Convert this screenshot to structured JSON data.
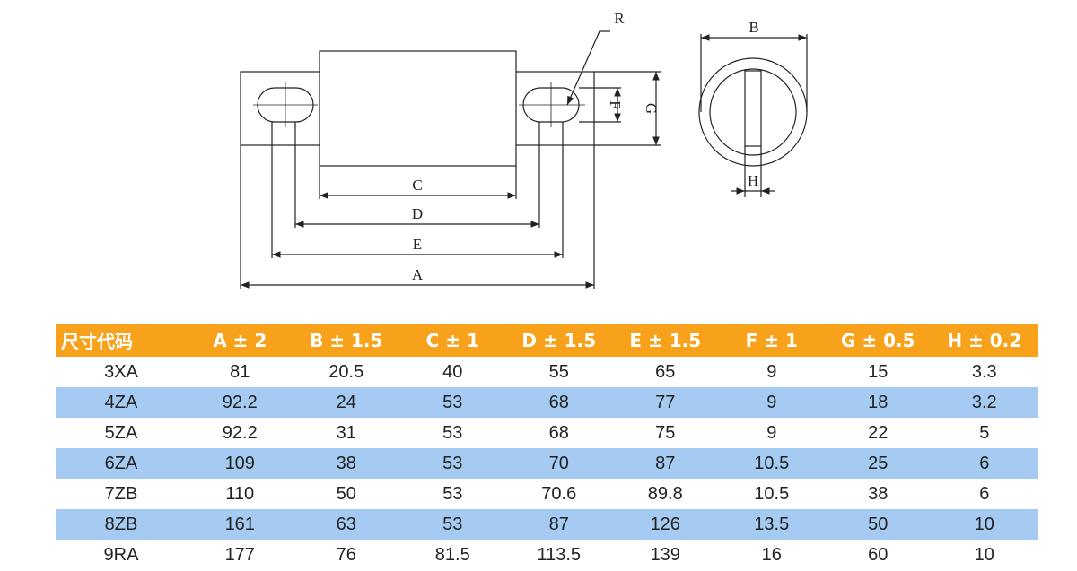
{
  "drawing": {
    "labels": {
      "A": "A",
      "B": "B",
      "C": "C",
      "D": "D",
      "E": "E",
      "F": "F",
      "G": "G",
      "H": "H",
      "R": "R"
    }
  },
  "table": {
    "headers": [
      "尺寸代码",
      "A ± 2",
      "B ± 1.5",
      "C ± 1",
      "D ± 1.5",
      "E ± 1.5",
      "F ± 1",
      "G ± 0.5",
      "H ± 0.2"
    ],
    "rows": [
      [
        "3XA",
        "81",
        "20.5",
        "40",
        "55",
        "65",
        "9",
        "15",
        "3.3"
      ],
      [
        "4ZA",
        "92.2",
        "24",
        "53",
        "68",
        "77",
        "9",
        "18",
        "3.2"
      ],
      [
        "5ZA",
        "92.2",
        "31",
        "53",
        "68",
        "75",
        "9",
        "22",
        "5"
      ],
      [
        "6ZA",
        "109",
        "38",
        "53",
        "70",
        "87",
        "10.5",
        "25",
        "6"
      ],
      [
        "7ZB",
        "110",
        "50",
        "53",
        "70.6",
        "89.8",
        "10.5",
        "38",
        "6"
      ],
      [
        "8ZB",
        "161",
        "63",
        "53",
        "87",
        "126",
        "13.5",
        "50",
        "10"
      ],
      [
        "9RA",
        "177",
        "76",
        "81.5",
        "113.5",
        "139",
        "16",
        "60",
        "10"
      ]
    ]
  }
}
